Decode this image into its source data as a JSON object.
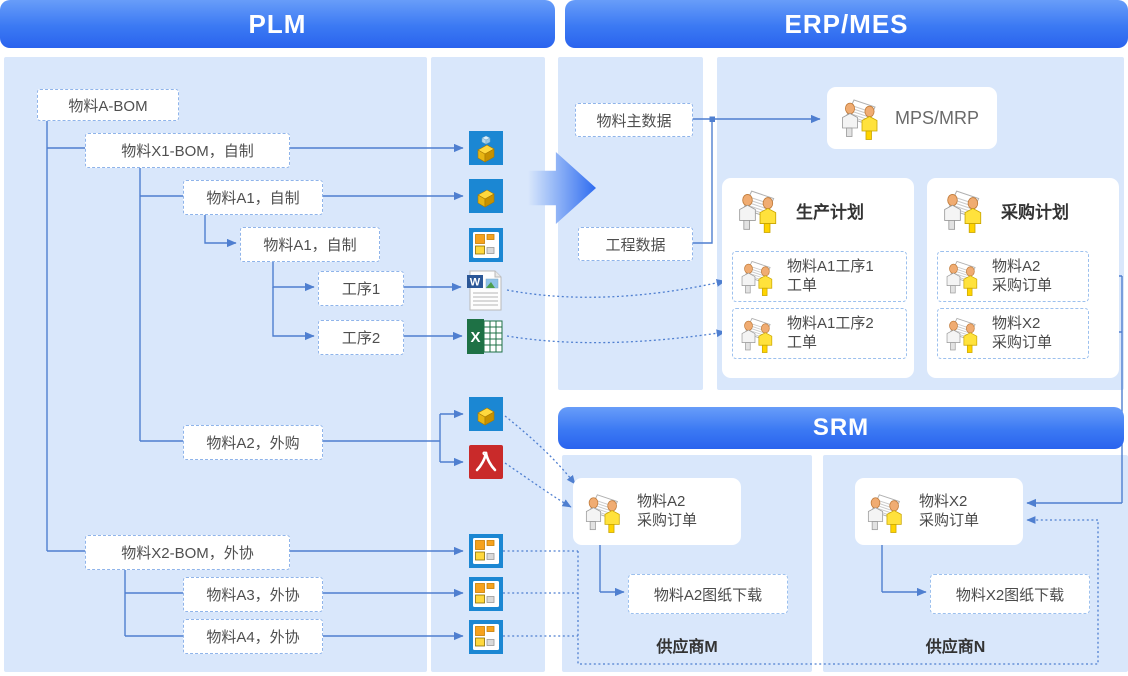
{
  "panels": {
    "plm": {
      "title": "PLM"
    },
    "erp_mes": {
      "title": "ERP/MES"
    },
    "srm": {
      "title": "SRM"
    }
  },
  "plm": {
    "nodes": [
      {
        "label": "物料A-BOM"
      },
      {
        "label": "物料X1-BOM，自制"
      },
      {
        "label": "物料A1，自制"
      },
      {
        "label": "物料A1，自制"
      },
      {
        "label": "工序1"
      },
      {
        "label": "工序2"
      },
      {
        "label": "物料A2，外购"
      },
      {
        "label": "物料X2-BOM，外协"
      },
      {
        "label": "物料A3，外协"
      },
      {
        "label": "物料A4，外协"
      }
    ],
    "icons": [
      {
        "name": "cad-assembly-icon"
      },
      {
        "name": "cad-part-icon"
      },
      {
        "name": "bom-structure-icon"
      },
      {
        "name": "word-document-icon"
      },
      {
        "name": "excel-spreadsheet-icon"
      },
      {
        "name": "cad-part-icon"
      },
      {
        "name": "pdf-document-icon"
      },
      {
        "name": "bom-structure-icon"
      },
      {
        "name": "bom-structure-icon"
      },
      {
        "name": "bom-structure-icon"
      }
    ]
  },
  "erp": {
    "master_data_label": "物料主数据",
    "engineering_data_label": "工程数据",
    "mps_mrp_label": "MPS/MRP",
    "production_plan": {
      "title": "生产计划",
      "work_orders": [
        {
          "line1": "物料A1工序1",
          "line2": "工单"
        },
        {
          "line1": "物料A1工序2",
          "line2": "工单"
        }
      ]
    },
    "purchase_plan": {
      "title": "采购计划",
      "purchase_orders": [
        {
          "line1": "物料A2",
          "line2": "采购订单"
        },
        {
          "line1": "物料X2",
          "line2": "采购订单"
        }
      ]
    }
  },
  "srm": {
    "suppliers": [
      {
        "name": "供应商M",
        "po_line1": "物料A2",
        "po_line2": "采购订单",
        "drawing_download_label": "物料A2图纸下载"
      },
      {
        "name": "供应商N",
        "po_line1": "物料X2",
        "po_line2": "采购订单",
        "drawing_download_label": "物料X2图纸下载"
      }
    ]
  },
  "colors": {
    "header_blue": "#3b79f3",
    "panel_blue": "#d9e7fb",
    "connector_blue": "#4f7fd0",
    "node_border": "#8fb4ea",
    "pdf_red": "#c92a2a",
    "excel_green": "#1e7145",
    "word_blue": "#2b5797",
    "cad_icon_blue": "#1b87d3"
  }
}
